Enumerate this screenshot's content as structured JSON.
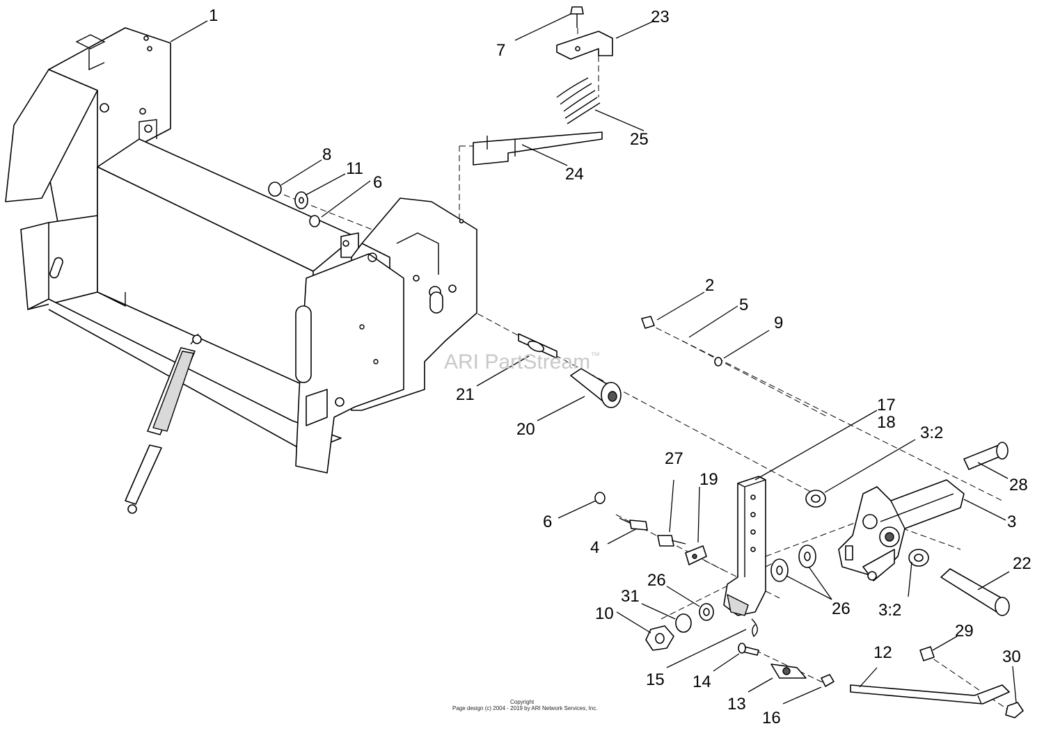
{
  "watermark": {
    "text": "ARI PartStream",
    "trademark": "™"
  },
  "copyright": {
    "line1": "Copyright",
    "line2": "Page design (c) 2004 - 2019 by ARI Network Services, Inc."
  },
  "callouts": {
    "c1": "1",
    "c2": "2",
    "c3": "3",
    "c3_2a": "3:2",
    "c3_2b": "3:2",
    "c4": "4",
    "c5": "5",
    "c6a": "6",
    "c6b": "6",
    "c7": "7",
    "c8": "8",
    "c9": "9",
    "c10": "10",
    "c11": "11",
    "c12": "12",
    "c13": "13",
    "c14": "14",
    "c15": "15",
    "c16": "16",
    "c17": "17",
    "c18": "18",
    "c19": "19",
    "c20": "20",
    "c21": "21",
    "c22": "22",
    "c23": "23",
    "c24": "24",
    "c25": "25",
    "c26a": "26",
    "c26b": "26",
    "c27": "27",
    "c28": "28",
    "c29": "29",
    "c30": "30",
    "c31": "31"
  }
}
